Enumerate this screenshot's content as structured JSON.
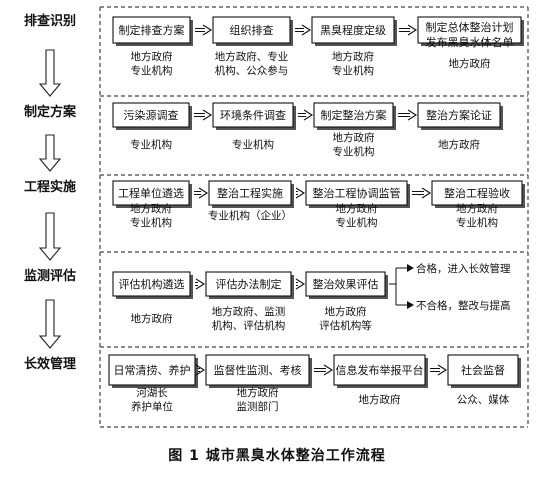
{
  "stages": [
    {
      "label": "排查识别",
      "boxes": [
        {
          "text": [
            "制定排查方案"
          ],
          "sub": [
            "地方政府",
            "专业机构"
          ]
        },
        {
          "text": [
            "组织排查"
          ],
          "sub": [
            "地方政府、专业",
            "机构、公众参与"
          ]
        },
        {
          "text": [
            "黑臭程度定级"
          ],
          "sub": [
            "地方政府",
            "专业机构"
          ]
        },
        {
          "text": [
            "制定总体整治计划",
            "发布黑臭水体名单"
          ],
          "sub": [
            "地方政府"
          ]
        }
      ]
    },
    {
      "label": "制定方案",
      "boxes": [
        {
          "text": [
            "污染源调查"
          ],
          "sub": [
            "专业机构"
          ]
        },
        {
          "text": [
            "环境条件调查"
          ],
          "sub": [
            "专业机构"
          ]
        },
        {
          "text": [
            "制定整治方案"
          ],
          "sub": [
            "地方政府",
            "专业机构"
          ]
        },
        {
          "text": [
            "整治方案论证"
          ],
          "sub": [
            "地方政府"
          ]
        }
      ]
    },
    {
      "label": "工程实施",
      "boxes": [
        {
          "text": [
            "工程单位遴选"
          ],
          "sub": [
            "地方政府",
            "专业机构"
          ]
        },
        {
          "text": [
            "整治工程实施"
          ],
          "sub": [
            "专业机构（企业）"
          ]
        },
        {
          "text": [
            "整治工程协调监管"
          ],
          "sub": [
            "地方政府",
            "专业机构"
          ]
        },
        {
          "text": [
            "整治工程验收"
          ],
          "sub": [
            "地方政府",
            "专业机构"
          ]
        }
      ]
    },
    {
      "label": "监测评估",
      "boxes": [
        {
          "text": [
            "评估机构遴选"
          ],
          "sub": [
            "地方政府"
          ]
        },
        {
          "text": [
            "评估办法制定"
          ],
          "sub": [
            "地方政府、监测",
            "机构、评估机构"
          ]
        },
        {
          "text": [
            "整治效果评估"
          ],
          "sub": [
            "地方政府",
            "评估机构等"
          ]
        }
      ],
      "outcomes": [
        "合格，进入长效管理",
        "不合格，整改与提高"
      ]
    },
    {
      "label": "长效管理",
      "boxes": [
        {
          "text": [
            "日常清捞、养护"
          ],
          "sub": [
            "河湖长",
            "养护单位"
          ]
        },
        {
          "text": [
            "监督性监测、考核"
          ],
          "sub": [
            "地方政府",
            "监测部门"
          ]
        },
        {
          "text": [
            "信息发布举报平台"
          ],
          "sub": [
            "地方政府"
          ]
        },
        {
          "text": [
            "社会监督"
          ],
          "sub": [
            "公众、媒体"
          ]
        }
      ]
    }
  ],
  "caption": "图 1  城市黑臭水体整治工作流程"
}
